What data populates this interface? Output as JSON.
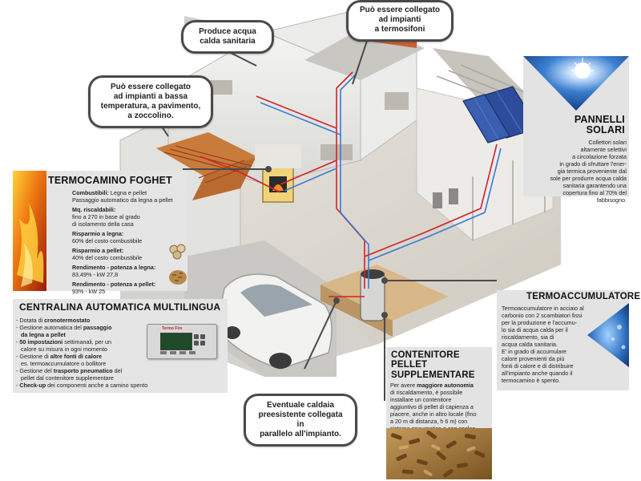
{
  "bubbles": {
    "acqua_calda": [
      "Produce acqua",
      "calda sanitaria"
    ],
    "termosifoni": [
      "Può essere collegato",
      "ad impianti",
      "a termosifoni"
    ],
    "bassa_temp": [
      "Può essere collegato",
      "ad impianti a bassa",
      "temperatura, a pavimento,",
      "a zoccolino."
    ],
    "caldaia": [
      "Eventuale caldaia",
      "preesistente collegata in",
      "parallelo all'impianto."
    ]
  },
  "termocamino": {
    "title": "TERMOCAMINO FOGHET",
    "lines": [
      {
        "b": "Combustibili:",
        "t": " Legna e pellet"
      },
      {
        "b": "",
        "t": "Passaggio automatico da legna a pellet"
      },
      {
        "b": "Mq. riscaldabili:",
        "t": ""
      },
      {
        "b": "",
        "t": "fino a 270 in base al grado"
      },
      {
        "b": "",
        "t": "di isolamento della casa"
      },
      {
        "b": "Risparmio a legna:",
        "t": ""
      },
      {
        "b": "",
        "t": "60% del costo combustibile"
      },
      {
        "b": "Risparmio a pellet:",
        "t": ""
      },
      {
        "b": "",
        "t": "40% del costo combustibile"
      },
      {
        "b": "Rendimento - potenza a legna:",
        "t": ""
      },
      {
        "b": "",
        "t": "83,49% - kW 27,8"
      },
      {
        "b": "Rendimento - potenza a pellet:",
        "t": ""
      },
      {
        "b": "",
        "t": "93% - kW 25"
      }
    ]
  },
  "centralina": {
    "title": "CENTRALINA AUTOMATICA MULTILINGUA",
    "items": [
      {
        "pre": "- Dotata di ",
        "b": "cronotermostato",
        "post": ""
      },
      {
        "pre": "- Gestione automatica del ",
        "b": "passaggio",
        "post": ""
      },
      {
        "pre": "  ",
        "b": "da legna a pellet",
        "post": ""
      },
      {
        "pre": "- ",
        "b": "50 impostazioni",
        "post": " settimanali, per un"
      },
      {
        "pre": "  calore su misura in ogni momento",
        "b": "",
        "post": ""
      },
      {
        "pre": "- Gestione di ",
        "b": "altre fonti di calore",
        "post": ""
      },
      {
        "pre": "  es. termoaccumulatore o bollitore",
        "b": "",
        "post": ""
      },
      {
        "pre": "- Gestione del ",
        "b": "trasporto pneumatico",
        "post": " del"
      },
      {
        "pre": "  pellet dal contenitore supplementare",
        "b": "",
        "post": ""
      },
      {
        "pre": "- ",
        "b": "Check-up",
        "post": " dei componenti anche a camino spento"
      }
    ]
  },
  "pannelli": {
    "title": [
      "PANNELLI",
      "SOLARI"
    ],
    "lines": [
      "Collettori solari",
      "altamente selettivi",
      "a circolazione forzata",
      "in grado di sfruttare l'ener-",
      "gia termica proveniente dal",
      "sole per produrre acqua calda",
      "sanitaria garantendo una",
      "copertura fino al 70% del",
      "fabbisogno."
    ]
  },
  "termoaccumulatore": {
    "title": "TERMOACCUMULATORE",
    "lines": [
      "Termoaccumulatore in acciaio al",
      "carbonio con 2 scambiatori fissi",
      "per la produzione e l'accumu-",
      "lo sia di acqua calda per il",
      "riscaldamento, sia di",
      "acqua calda sanitaria.",
      "E' in grado di accumulare",
      "calore provenienti da più",
      "fonti di calore e di distribuire",
      "all'impianto anche quando il",
      "termocamino è spento."
    ]
  },
  "contenitore": {
    "title": [
      "CONTENITORE",
      "PELLET",
      "SUPPLEMENTARE"
    ],
    "lines": [
      {
        "pre": "Per avere ",
        "b": "maggiore autonomia",
        "post": ""
      },
      {
        "pre": "di riscaldamento, è possibile",
        "b": "",
        "post": ""
      },
      {
        "pre": "installare un contenitore",
        "b": "",
        "post": ""
      },
      {
        "pre": "aggiuntivo di pellet di capienza a",
        "b": "",
        "post": ""
      },
      {
        "pre": "piacere, anche in altro locale (fino",
        "b": "",
        "post": ""
      },
      {
        "pre": "a 20 m di distanza, h 6 m) con",
        "b": "",
        "post": ""
      },
      {
        "pre": "sistema pneumatico o con coclea.",
        "b": "",
        "post": ""
      }
    ]
  },
  "device": {
    "brand": "Termo Fire"
  },
  "colors": {
    "hot_pipe": "#d0232a",
    "cold_pipe": "#3a7bd5",
    "panel_bg": "#e3e3e3",
    "sky": "#1e5fb8"
  }
}
